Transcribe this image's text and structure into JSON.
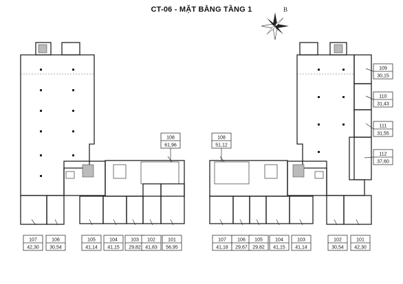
{
  "title": "CT-06 - MẶT BẰNG TẦNG 1",
  "compass": {
    "north_letter": "B"
  },
  "units": [
    {
      "id": "108",
      "area": "61,96",
      "block": "left"
    },
    {
      "id": "107",
      "area": "42,30",
      "block": "left"
    },
    {
      "id": "106",
      "area": "30,54",
      "block": "left"
    },
    {
      "id": "105",
      "area": "41,14",
      "block": "left"
    },
    {
      "id": "104",
      "area": "41,15",
      "block": "left"
    },
    {
      "id": "103",
      "area": "29,82",
      "block": "left"
    },
    {
      "id": "102",
      "area": "41,83",
      "block": "left"
    },
    {
      "id": "101",
      "area": "56,95",
      "block": "left"
    },
    {
      "id": "108",
      "area": "51,12",
      "block": "right"
    },
    {
      "id": "109",
      "area": "30,15",
      "block": "right"
    },
    {
      "id": "110",
      "area": "31,43",
      "block": "right"
    },
    {
      "id": "111",
      "area": "31,55",
      "block": "right"
    },
    {
      "id": "112",
      "area": "37,60",
      "block": "right"
    },
    {
      "id": "107",
      "area": "41,18",
      "block": "right"
    },
    {
      "id": "106",
      "area": "29,67",
      "block": "right"
    },
    {
      "id": "105",
      "area": "29,82",
      "block": "right"
    },
    {
      "id": "104",
      "area": "41,15",
      "block": "right"
    },
    {
      "id": "103",
      "area": "41,14",
      "block": "right"
    },
    {
      "id": "102",
      "area": "30,54",
      "block": "right"
    },
    {
      "id": "101",
      "area": "42,30",
      "block": "right"
    }
  ]
}
